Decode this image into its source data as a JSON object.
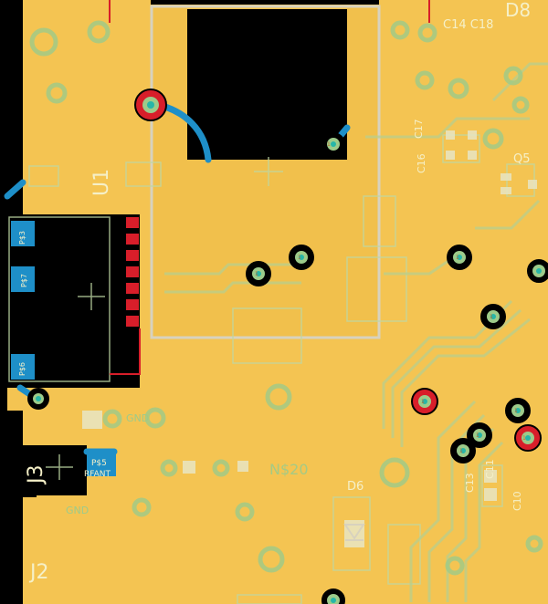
{
  "colors": {
    "background": "#000000",
    "copper_pour": "#F4C452",
    "silkscreen": "#F5F0C8",
    "via_ring": "#9DCB8A",
    "via_hole": "#27B6A8",
    "bottom_trace": "#1E8FC8",
    "top_pad": "#D81E2A",
    "outline": "#D8D2BE",
    "label_green": "#7DD26A"
  },
  "designators": {
    "d8": "D8",
    "u1": "U1",
    "j3": "J3",
    "j2": "J2",
    "d6": "D6",
    "q5": "Q5",
    "c10": "C10",
    "c11": "C11",
    "c13": "C13",
    "c16": "C16",
    "c17": "C17",
    "c14_c18": "C14 C18",
    "net_n20": "N$20",
    "pad_p53": "P$3",
    "pad_rfant": "RFANT",
    "pad_p57": "P$7",
    "pad_p56": "P$6",
    "pad_p5": "P$5",
    "gnd_a": "GND",
    "gnd_b": "GND"
  }
}
